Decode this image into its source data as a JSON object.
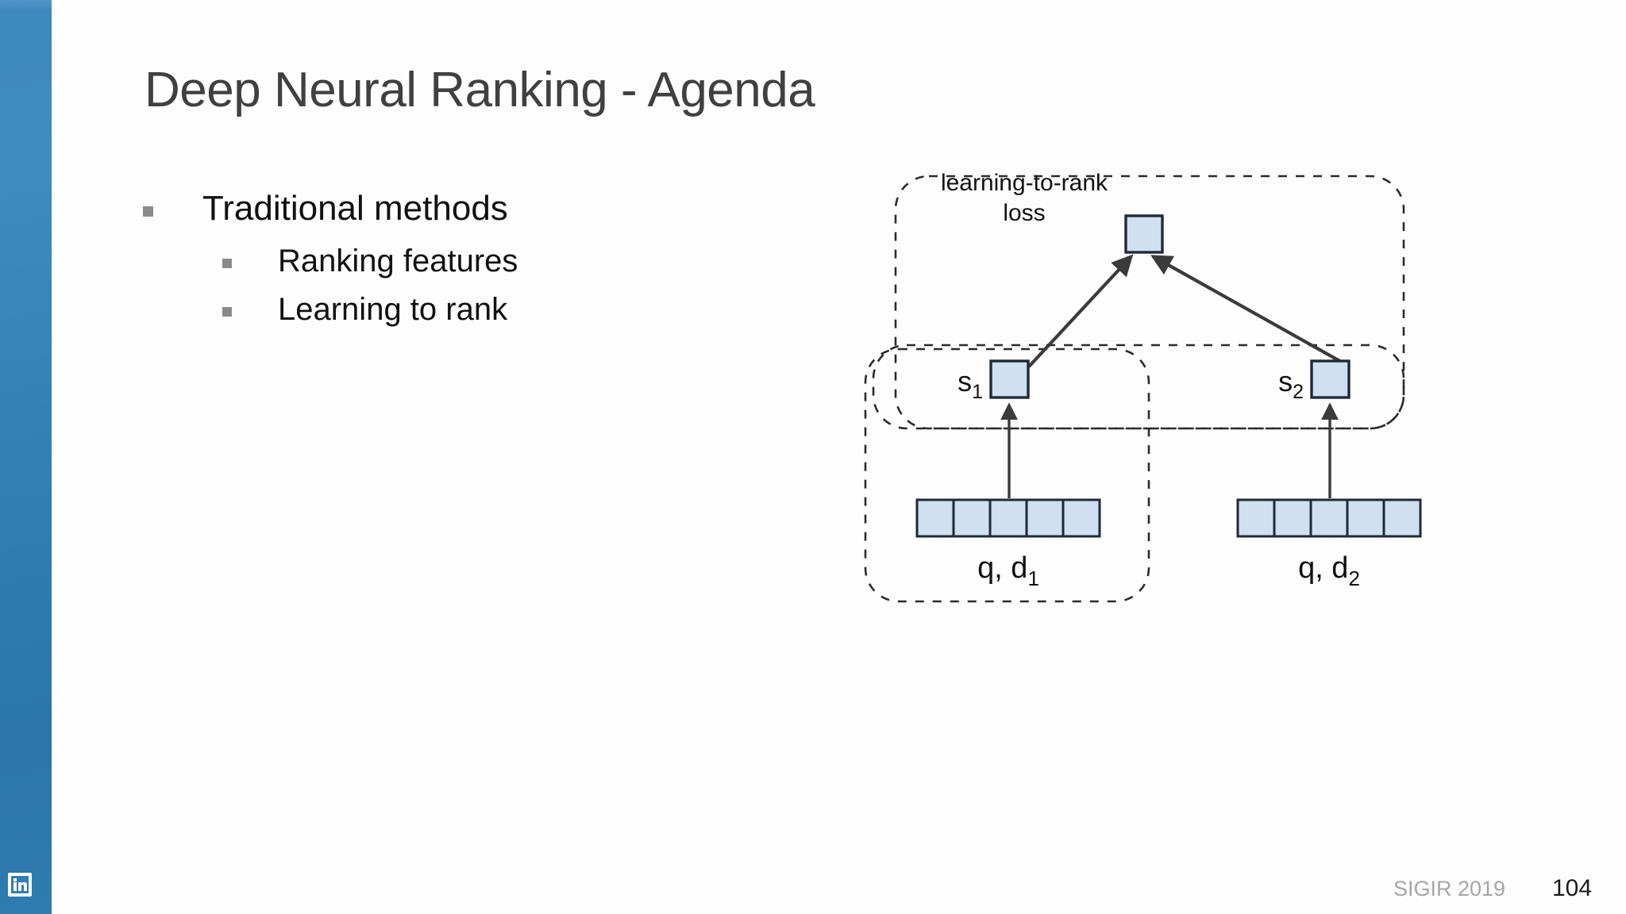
{
  "slide": {
    "title": "Deep Neural Ranking - Agenda",
    "page_number": "104",
    "conference": "SIGIR 2019",
    "accent_color": "#2f7fb4",
    "node_fill": "#cfe0f0",
    "node_stroke": "#1f2a36"
  },
  "sidebar": {
    "logo_name": "linkedin-logo",
    "logo_text": "in"
  },
  "bullets": {
    "level1": [
      {
        "text": "Traditional methods"
      }
    ],
    "level2": [
      {
        "text": "Ranking features"
      },
      {
        "text": "Learning to rank"
      }
    ]
  },
  "diagram": {
    "name": "learning-to-rank-pairwise-architecture",
    "loss_label": "learning-to-rank loss",
    "loss_label_line1": "learning-to-rank",
    "loss_label_line2": "loss",
    "loss_node_name": "loss-node",
    "branches": [
      {
        "score_label": "s",
        "score_subscript": "1",
        "input_label": "q, d",
        "input_subscript": "1",
        "feature_cells": 5
      },
      {
        "score_label": "s",
        "score_subscript": "2",
        "input_label": "q, d",
        "input_subscript": "2",
        "feature_cells": 5
      }
    ],
    "groups": [
      {
        "name": "outer-dashed-group"
      },
      {
        "name": "scores-dashed-group"
      },
      {
        "name": "left-branch-dashed-group"
      }
    ]
  }
}
